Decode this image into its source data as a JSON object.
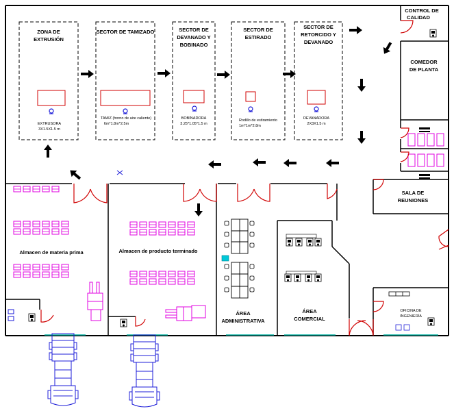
{
  "zones": {
    "extrusion": {
      "title1": "ZONA DE",
      "title2": "EXTRUSIÓN",
      "machine": "EXTRUSORA",
      "dims": "3X1.5X1.5 m"
    },
    "sieving": {
      "title": "SECTOR DE TAMIZADO",
      "machine": "TAMIZ (horno de aire caliente)",
      "dims": "6m*1.8m*2.5m"
    },
    "winding": {
      "title1": "SECTOR DE",
      "title2": "DEVANADO Y",
      "title3": "BOBINADO",
      "machine": "BOBINADORA",
      "dims": "3.25*1.05*1.5 m"
    },
    "stretching": {
      "title1": "SECTOR DE",
      "title2": "ESTIRADO",
      "machine": "Rodillo de estiramiento",
      "dims": "1m*1m*2.8m"
    },
    "twisting": {
      "title1": "SECTOR DE",
      "title2": "RETORCIDO Y",
      "title3": "DEVANADO",
      "machine": "DEVANADORA",
      "dims": "2X3X1.5 m"
    }
  },
  "rooms": {
    "quality": {
      "line1": "CONTROL DE",
      "line2": "CALIDAD"
    },
    "dining": {
      "line1": "COMEDOR",
      "line2": "DE PLANTA"
    },
    "meeting": {
      "line1": "SALA DE",
      "line2": "REUNIONES"
    },
    "raw_storage": "Almacen de materia prima",
    "product_storage": "Almacen de producto terminado",
    "admin": {
      "line1": "ÁREA",
      "line2": "ADMINISTRATIVA"
    },
    "commercial": {
      "line1": "ÁREA",
      "line2": "COMERCIAL"
    },
    "engineering": {
      "line1": "OFICINA DE",
      "line2": "INGENIERÍA"
    }
  },
  "colors": {
    "wall": "#000000",
    "door": "#d00000",
    "pallet": "#e000e0",
    "vehicle": "#1c1cd8",
    "window": "#00b0a0",
    "machine": "#d00000",
    "equipment_icon": "#1c1cd8"
  }
}
